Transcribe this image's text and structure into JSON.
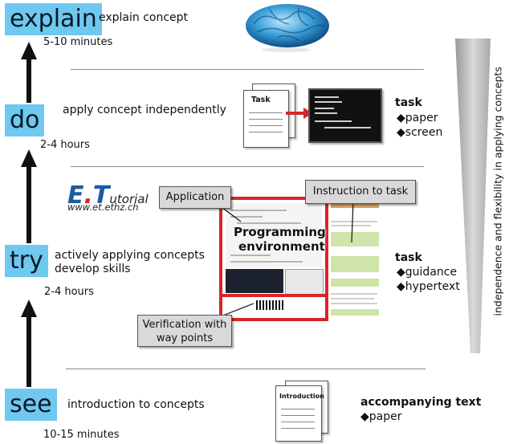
{
  "stages": [
    {
      "label": "explain",
      "description": "explain concept",
      "time": "5-10 minutes"
    },
    {
      "label": "do",
      "description": "apply concept independently",
      "time": "2-4 hours"
    },
    {
      "label": "try",
      "description_line1": "actively applying concepts",
      "description_line2": "develop skills",
      "time": "2-4 hours"
    },
    {
      "label": "see",
      "description": "introduction to concepts",
      "time": "10-15 minutes"
    }
  ],
  "do_task": {
    "title": "task",
    "items": [
      "paper",
      "screen"
    ],
    "paper_label": "Task"
  },
  "try_task": {
    "title": "task",
    "items": [
      "guidance",
      "hypertext"
    ]
  },
  "see_task": {
    "title": "accompanying text",
    "items": [
      "paper"
    ],
    "paper_label": "Introduction"
  },
  "etutorial": {
    "logo_e": "E",
    "logo_t": "T",
    "logo_rest": "utorial",
    "url": "www.et.ethz.ch"
  },
  "screenshot": {
    "overlay_line1": "Programming",
    "overlay_line2": "environment",
    "callout_application": "Application",
    "callout_instruction": "Instruction to task",
    "callout_verification_line1": "Verification with",
    "callout_verification_line2": "way points"
  },
  "side_axis_label": "independence and flexibility in applying concepts",
  "colors": {
    "stage_bg": "#6ec8ef",
    "accent_red": "#d8252a",
    "arrow": "#111111"
  }
}
